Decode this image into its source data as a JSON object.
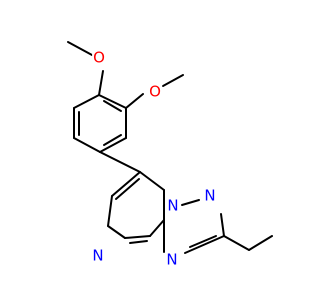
{
  "molecule": {
    "atoms": {
      "o_top": {
        "label": "O",
        "element": "O",
        "color": "#ff0000"
      },
      "o_right": {
        "label": "O",
        "element": "O",
        "color": "#ff0000"
      },
      "n_bridge": {
        "label": "N",
        "element": "N",
        "color": "#0000ff"
      },
      "n_triazole": {
        "label": "N",
        "element": "N",
        "color": "#0000ff"
      },
      "n_pyrimidine": {
        "label": "N",
        "element": "N",
        "color": "#0000ff"
      },
      "n_junction": {
        "label": "N",
        "element": "N",
        "color": "#0000ff"
      }
    },
    "bond_color": "#000000"
  }
}
